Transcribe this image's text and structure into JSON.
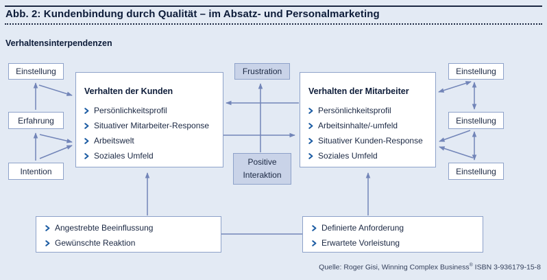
{
  "header": {
    "title": "Abb. 2: Kundenbindung durch Qualität – im Absatz- und Personalmarketing",
    "section_label": "Verhaltensinterpendenzen"
  },
  "diagram": {
    "left_nodes": [
      {
        "label": "Einstellung"
      },
      {
        "label": "Erfahrung"
      },
      {
        "label": "Intention"
      }
    ],
    "customer_box": {
      "title": "Verhalten der Kunden",
      "items": [
        "Persönlichkeitsprofil",
        "Situativer Mitarbeiter-Response",
        "Arbeitswelt",
        "Soziales Umfeld"
      ]
    },
    "employee_box": {
      "title": "Verhalten der Mitarbeiter",
      "items": [
        "Persönlichkeitsprofil",
        "Arbeitsinhalte/-umfeld",
        "Situativer Kunden-Response",
        "Soziales Umfeld"
      ]
    },
    "center_top": {
      "label": "Frustration"
    },
    "center_bottom": {
      "label": "Positive Interaktion"
    },
    "right_nodes": [
      {
        "label": "Einstellung"
      },
      {
        "label": "Einstellung"
      },
      {
        "label": "Einstellung"
      }
    ],
    "bottom_left_box": {
      "items": [
        "Angestrebte Beeinflussung",
        "Gewünschte Reaktion"
      ]
    },
    "bottom_right_box": {
      "items": [
        "Definierte Anforderung",
        "Erwartete Vorleistung"
      ]
    }
  },
  "footer": {
    "source_prefix": "Quelle: Roger Gisi, Winning Complex Business",
    "source_reg": "®",
    "source_suffix": " ISBN 3-936179-15-8"
  },
  "colors": {
    "background": "#e3eaf4",
    "rule_navy": "#1b2741",
    "box_border": "#8da1c9",
    "box_fill": "#ffffff",
    "shaded_box_fill": "#c9d3e8",
    "arrow": "#7285b8",
    "title_text": "#0c1b38",
    "body_text": "#1a2742",
    "chevron": "#1c5ca3",
    "source_text": "#333f5a"
  }
}
